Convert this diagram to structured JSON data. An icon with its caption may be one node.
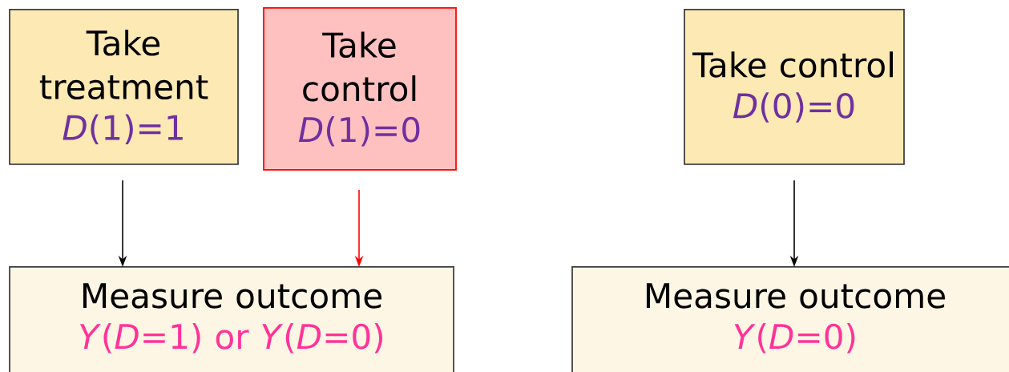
{
  "diagram": {
    "nodes": [
      {
        "text": [
          "Take treatment",
          "*D*(1)=1"
        ]
      },
      {
        "text": [
          "Take control",
          "*D*(1)=0"
        ]
      },
      {
        "text": [
          "Take control",
          "*D*(0)=0"
        ]
      },
      {
        "text": [
          "Measure outcome",
          "*Y*(*D*=1) or *Y*(*D*=0)"
        ]
      },
      {
        "text": [
          "Measure outcome",
          "*Y*(*D*=0)"
        ]
      }
    ],
    "edges": [
      {
        "from": 0,
        "to": 3,
        "arrow": "to"
      },
      {
        "from": 1,
        "to": 3,
        "arrow": "to",
        "color": "#ff0000"
      },
      {
        "from": 2,
        "to": 4,
        "arrow": "to"
      }
    ]
  }
}
